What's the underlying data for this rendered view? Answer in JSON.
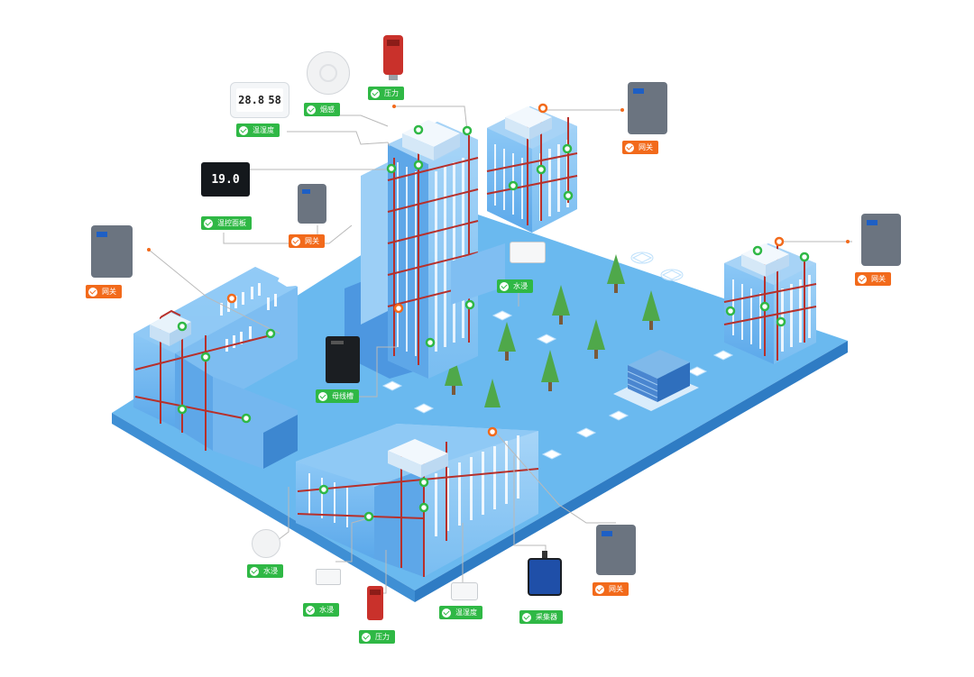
{
  "labels": {
    "humidity_top": "温湿度",
    "smoke_top": "烟感",
    "pressure_top": "压力",
    "gateway_top_right": "网关",
    "thermostat_panel": "温控面板",
    "gateway_mid": "网关",
    "water_leak_mid": "水浸",
    "gateway_left": "网关",
    "gateway_right": "网关",
    "busbar": "母线槽",
    "gateway_bottom": "网关",
    "water_leak_bottom_1": "水浸",
    "water_leak_bottom_2": "水浸",
    "pressure_bottom": "压力",
    "humidity_bottom": "温湿度",
    "collector": "采集器"
  },
  "device_text": {
    "thermo_temp": "28.8",
    "thermo_hum": "58",
    "panel_temp": "19.0"
  },
  "colors": {
    "status_ok": "#2fb845",
    "gateway_tag": "#f26a1b",
    "ground": "#5fb4ef",
    "building_glass": "#6fb8f2",
    "pipe": "#b7302b"
  }
}
